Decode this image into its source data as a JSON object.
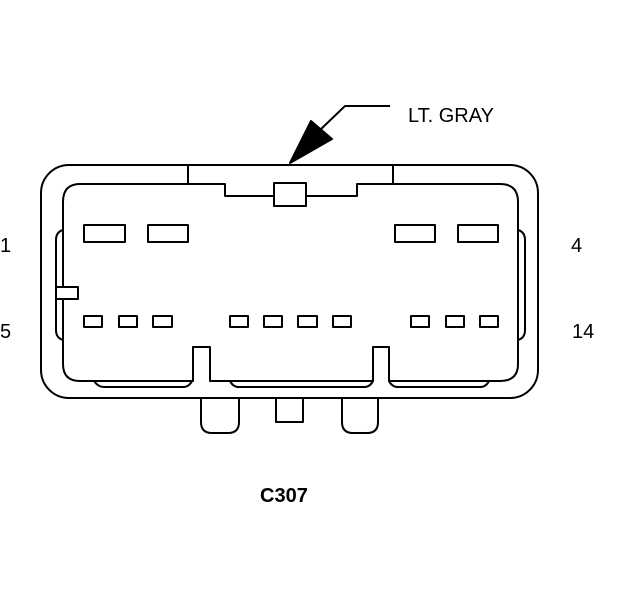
{
  "connector": {
    "id": "C307",
    "wire_color_label": "LT. GRAY",
    "pin_labels": {
      "top_left": "1",
      "top_right": "4",
      "bottom_left": "5",
      "bottom_right": "14"
    }
  },
  "colors": {
    "line": "#000000",
    "background": "#ffffff"
  }
}
